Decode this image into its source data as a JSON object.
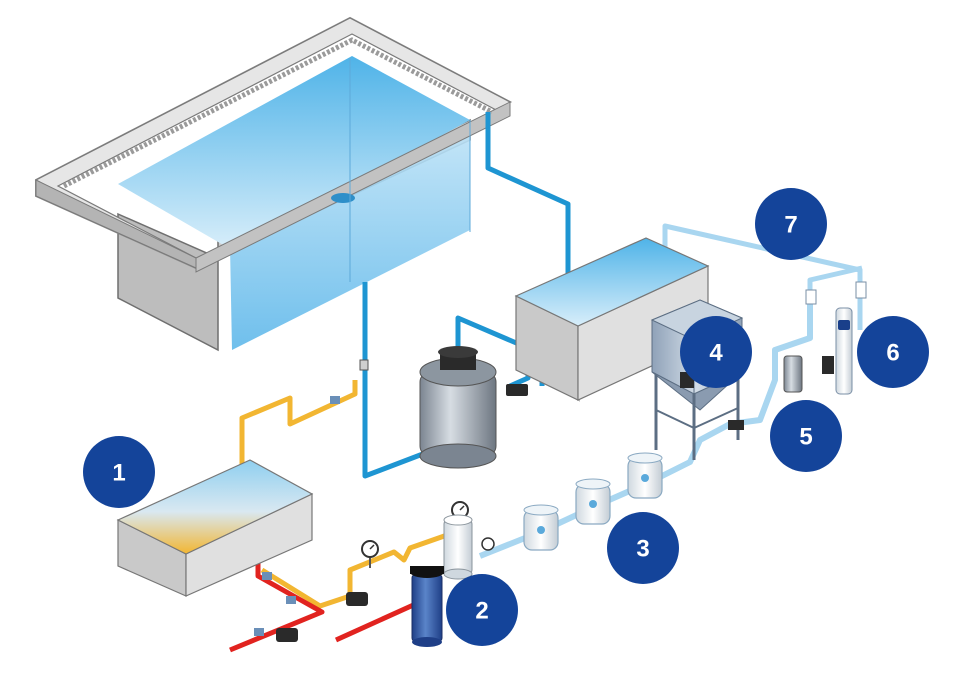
{
  "diagram": {
    "colors": {
      "badge": "#14449a",
      "pipe_main": "#1e95d2",
      "pipe_light": "#a9d6f0",
      "pipe_yellow": "#f2b632",
      "pipe_red": "#e1231f",
      "concrete_light": "#dcdcdc",
      "concrete_dark": "#a8a8a8",
      "water": "#78c6ee"
    },
    "stages": [
      {
        "label": "1",
        "icon": "tank-icon"
      },
      {
        "label": "2",
        "icon": "cartridge-filter-icon"
      },
      {
        "label": "3",
        "icon": "bag-filter-icon"
      },
      {
        "label": "4",
        "icon": "silo-icon"
      },
      {
        "label": "5",
        "icon": "dosing-filter-icon"
      },
      {
        "label": "6",
        "icon": "uv-lamp-icon"
      },
      {
        "label": "7",
        "icon": "return-line-icon"
      }
    ]
  }
}
